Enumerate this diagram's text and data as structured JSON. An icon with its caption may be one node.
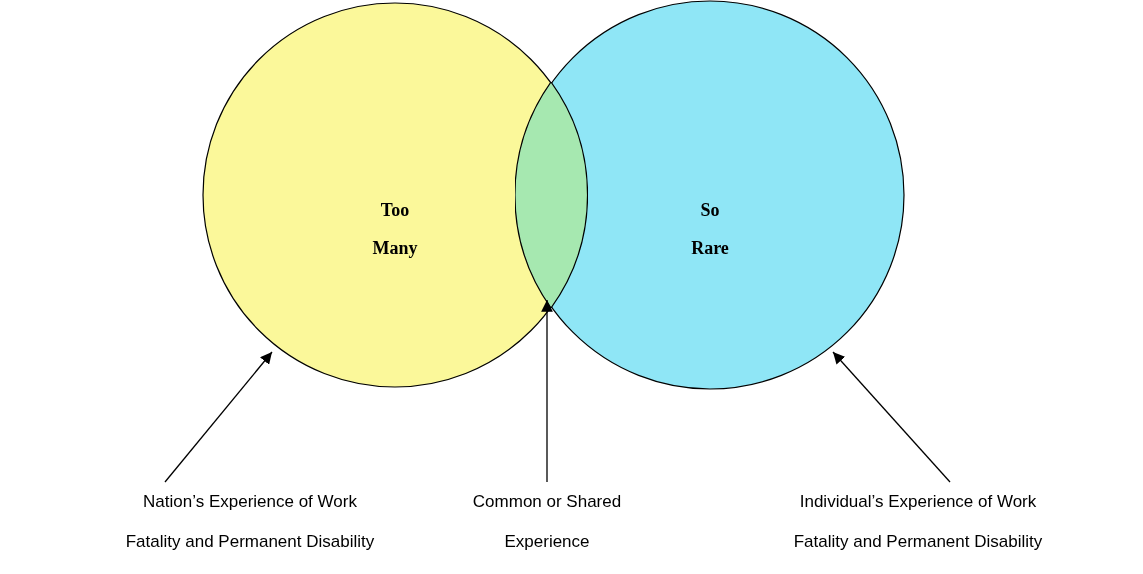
{
  "diagram": {
    "nodes": [
      {
        "text": [
          "Too Many"
        ]
      },
      {
        "text": [
          "So Rare"
        ]
      },
      {
        "text": [],
        "shape": "lens"
      },
      {
        "text": [
          "Nation’s Experience of Work Fatality and Permanent Disability"
        ]
      },
      {
        "text": [
          "Common or Shared Experience"
        ]
      },
      {
        "text": [
          "Individual’s Experience of Work Fatality and Permanent Disability"
        ]
      }
    ],
    "edges": [
      {
        "from": 3,
        "to": 0,
        "arrow": "to"
      },
      {
        "from": 4,
        "to": 2,
        "arrow": "to"
      },
      {
        "from": 5,
        "to": 1,
        "arrow": "to"
      }
    ]
  }
}
